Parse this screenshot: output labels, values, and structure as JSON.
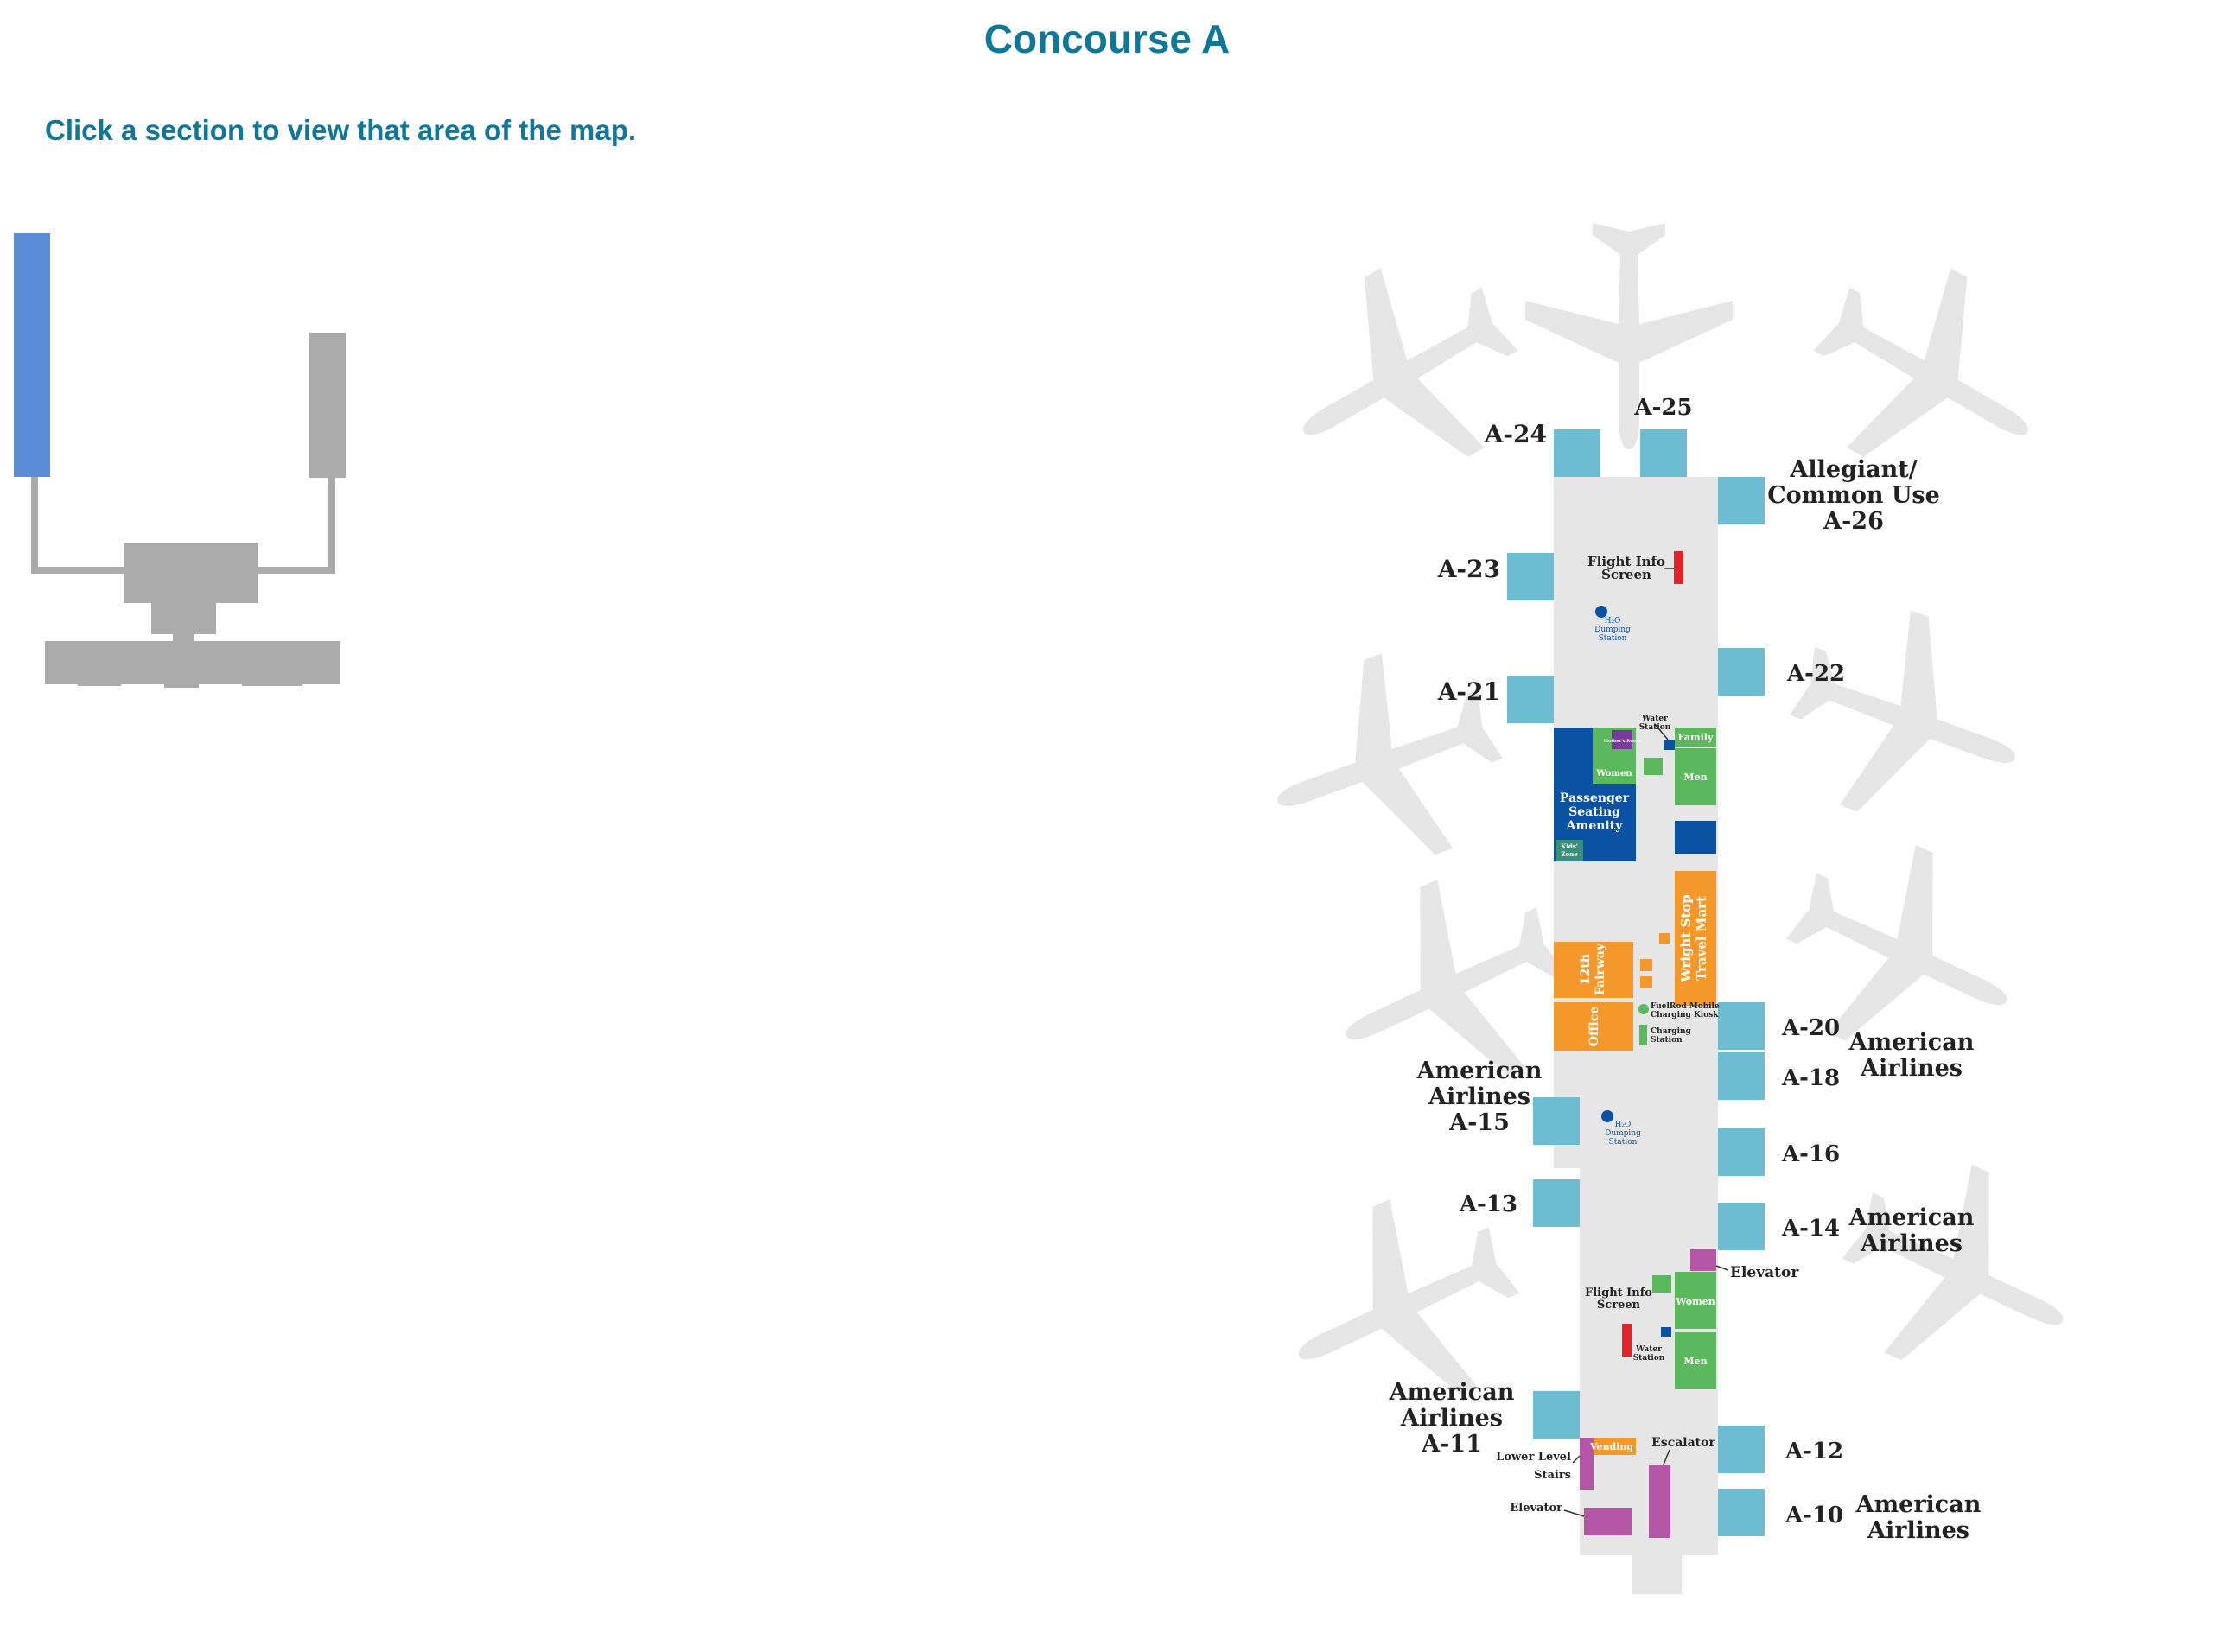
{
  "page": {
    "title": "Concourse A",
    "instruction": "Click a section to view that area of the map."
  },
  "colors": {
    "title": "#0f7797",
    "gate": "#6cbdd1",
    "concourse_floor": "#e6e6e6",
    "airplane": "#e6e6e6",
    "restroom": "#5cb85c",
    "seating_amenity": "#0b52a3",
    "retail": "#f5982a",
    "elevator_stairs": "#b455a6",
    "flight_info_screen": "#e62129",
    "minimap_selected": "#5b8dd6",
    "minimap_inactive": "#ababab"
  },
  "minimap": {
    "sections": [
      {
        "id": "concourse-a",
        "selected": true
      },
      {
        "id": "concourse-b",
        "selected": false
      },
      {
        "id": "terminal",
        "selected": false
      }
    ]
  },
  "gates": {
    "a24": "A-24",
    "a25": "A-25",
    "a26_line1": "Allegiant/",
    "a26_line2": "Common Use",
    "a26_line3": "A-26",
    "a23": "A-23",
    "a22": "A-22",
    "a21": "A-21",
    "a20": "A-20",
    "a18": "A-18",
    "a16": "A-16",
    "a14": "A-14",
    "a12": "A-12",
    "a10": "A-10",
    "a15_line1": "American",
    "a15_line2": "Airlines",
    "a15_line3": "A-15",
    "a13": "A-13",
    "a11_line1": "American",
    "a11_line2": "Airlines",
    "a11_line3": "A-11",
    "airline_right_1a": "American",
    "airline_right_1b": "Airlines",
    "airline_right_2a": "American",
    "airline_right_2b": "Airlines",
    "airline_right_3a": "American",
    "airline_right_3b": "Airlines"
  },
  "amenities": {
    "flight_info_1a": "Flight Info",
    "flight_info_1b": "Screen",
    "h2o_1a": "H₂O",
    "h2o_1b": "Dumping",
    "h2o_1c": "Station",
    "water_station_1a": "Water",
    "water_station_1b": "Station",
    "family": "Family",
    "men_1": "Men",
    "women_1": "Women",
    "mothers_room": "Mother's Room",
    "passenger_seating_a": "Passenger",
    "passenger_seating_b": "Seating",
    "passenger_seating_c": "Amenity",
    "kids_zone_a": "Kids'",
    "kids_zone_b": "Zone",
    "wright_stop_a": "Wright Stop",
    "wright_stop_b": "Travel Mart",
    "fairway_a": "12th",
    "fairway_b": "Fairway",
    "office": "Office",
    "fuelrod_a": "FuelRod Mobile",
    "fuelrod_b": "Charging Kiosk",
    "charging_a": "Charging",
    "charging_b": "Station",
    "h2o_2a": "H₂O",
    "h2o_2b": "Dumping",
    "h2o_2c": "Station",
    "elevator_1": "Elevator",
    "flight_info_2a": "Flight Info",
    "flight_info_2b": "Screen",
    "water_station_2a": "Water",
    "water_station_2b": "Station",
    "women_2": "Women",
    "men_2": "Men",
    "vending": "Vending",
    "lower_level_a": "Lower Level",
    "lower_level_b": "Stairs",
    "escalator": "Escalator",
    "elevator_2": "Elevator"
  }
}
